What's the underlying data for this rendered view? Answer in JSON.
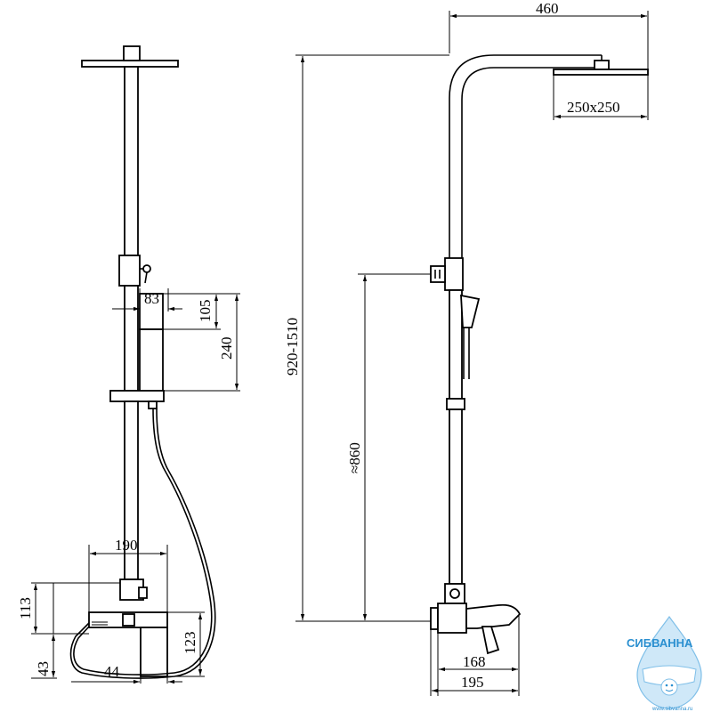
{
  "dimensions": {
    "d83": "83",
    "d105": "105",
    "d240": "240",
    "d190": "190",
    "d113": "113",
    "d123": "123",
    "d43": "43",
    "d44": "44",
    "d460": "460",
    "d250x250": "250x250",
    "d920_1510": "920-1510",
    "d860": "≈860",
    "d168": "168",
    "d195": "195"
  },
  "watermark": {
    "brand": "СИБВАННА",
    "url": "www.sibvanna.ru"
  },
  "colors": {
    "line": "#000000",
    "logo": "#2a8fd0",
    "background": "#ffffff"
  }
}
